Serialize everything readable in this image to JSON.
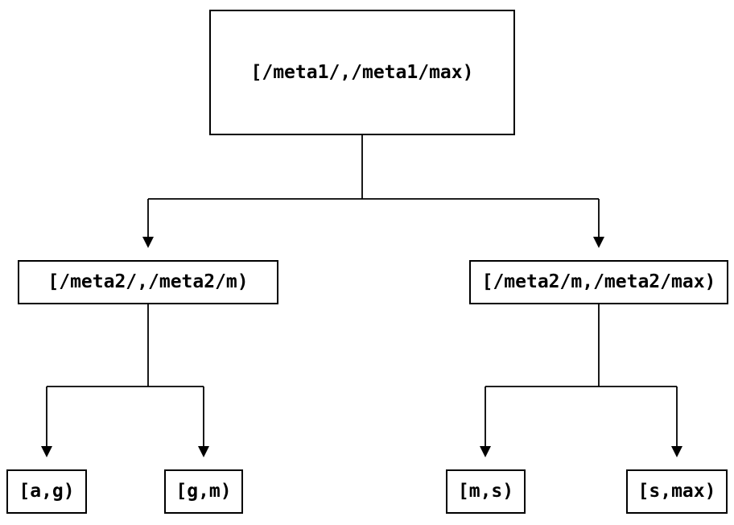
{
  "diagram": {
    "background_color": "#ffffff",
    "line_color": "#000000",
    "box_border_color": "#000000",
    "text_color": "#000000",
    "nodes": {
      "root": {
        "label": "[/meta1/,/meta1/max)"
      },
      "meta2_left": {
        "label": "[/meta2/,/meta2/m)"
      },
      "meta2_right": {
        "label": "[/meta2/m,/meta2/max)"
      },
      "leaf_ag": {
        "label": "[a,g)"
      },
      "leaf_gm": {
        "label": "[g,m)"
      },
      "leaf_ms": {
        "label": "[m,s)"
      },
      "leaf_smax": {
        "label": "[s,max)"
      }
    }
  }
}
